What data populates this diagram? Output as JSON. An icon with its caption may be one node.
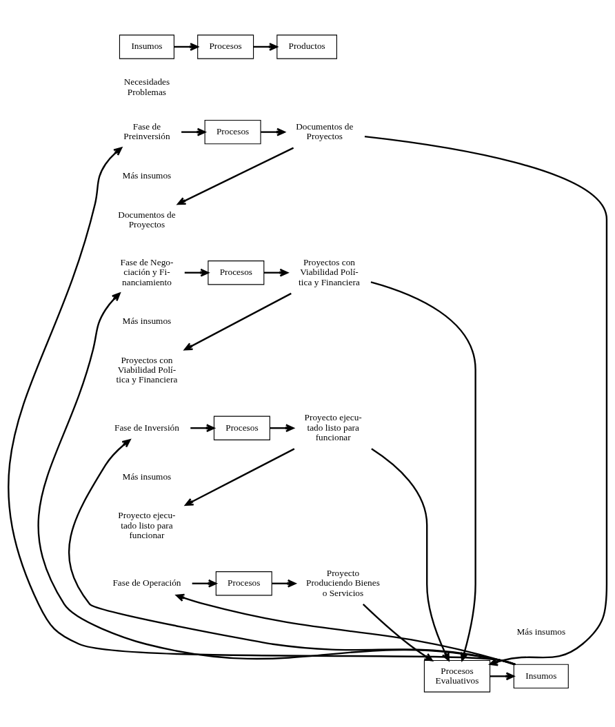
{
  "diagram": {
    "nodes": [
      {
        "text": [
          "Insumos"
        ]
      },
      {
        "text": [
          "Procesos"
        ]
      },
      {
        "text": [
          "Productos"
        ]
      },
      {
        "text": [
          "Fase de Preinversión"
        ]
      },
      {
        "text": [
          "Procesos"
        ]
      },
      {
        "text": [
          "Documentos de Proyectos"
        ]
      },
      {
        "text": [
          "Documentos de Proyectos"
        ]
      },
      {
        "text": [
          "Fase de Nego- ciación y Fi- nanciamiento"
        ]
      },
      {
        "text": [
          "Procesos"
        ]
      },
      {
        "text": [
          "Proyectos con Viabilidad Polí- tica y Financiera"
        ]
      },
      {
        "text": [
          "Proyectos con Viabilidad Polí- tica y Financiera"
        ]
      },
      {
        "text": [
          "Fase de Inversión"
        ]
      },
      {
        "text": [
          "Procesos"
        ]
      },
      {
        "text": [
          "Proyecto ejecu- tado listo para funcionar"
        ]
      },
      {
        "text": [
          "Proyecto ejecu- tado listo para funcionar"
        ]
      },
      {
        "text": [
          "Fase de Operación"
        ]
      },
      {
        "text": [
          "Procesos"
        ]
      },
      {
        "text": [
          "Proyecto Produciendo Bienes o Servicios"
        ]
      },
      {
        "text": [
          "Procesos Evaluativos"
        ]
      },
      {
        "text": [
          "Insumos"
        ]
      }
    ],
    "edges": [
      {
        "from": 0,
        "to": 1,
        "arrow": "to"
      },
      {
        "from": 1,
        "to": 2,
        "arrow": "to"
      },
      {
        "from": 3,
        "to": 4,
        "arrow": "to"
      },
      {
        "from": 4,
        "to": 5,
        "arrow": "to"
      },
      {
        "from": 5,
        "to": 6,
        "arrow": "to"
      },
      {
        "from": 7,
        "to": 8,
        "arrow": "to"
      },
      {
        "from": 8,
        "to": 9,
        "arrow": "to"
      },
      {
        "from": 9,
        "to": 10,
        "arrow": "to"
      },
      {
        "from": 11,
        "to": 12,
        "arrow": "to"
      },
      {
        "from": 12,
        "to": 13,
        "arrow": "to"
      },
      {
        "from": 13,
        "to": 14,
        "arrow": "to"
      },
      {
        "from": 15,
        "to": 16,
        "arrow": "to"
      },
      {
        "from": 16,
        "to": 17,
        "arrow": "to"
      },
      {
        "from": 5,
        "to": 18,
        "arrow": "to"
      },
      {
        "from": 9,
        "to": 18,
        "arrow": "to"
      },
      {
        "from": 13,
        "to": 18,
        "arrow": "to"
      },
      {
        "from": 17,
        "to": 18,
        "arrow": "to"
      },
      {
        "from": 18,
        "to": 19,
        "arrow": "to"
      },
      {
        "from": 19,
        "to": 3,
        "arrow": "to"
      },
      {
        "from": 19,
        "to": 7,
        "arrow": "to"
      },
      {
        "from": 19,
        "to": 11,
        "arrow": "to"
      },
      {
        "from": 19,
        "to": 15,
        "arrow": "to"
      }
    ],
    "labels": [
      "Necesidades Problemas",
      "Más insumos",
      "Más insumos",
      "Más insumos",
      "Más insumos"
    ]
  }
}
